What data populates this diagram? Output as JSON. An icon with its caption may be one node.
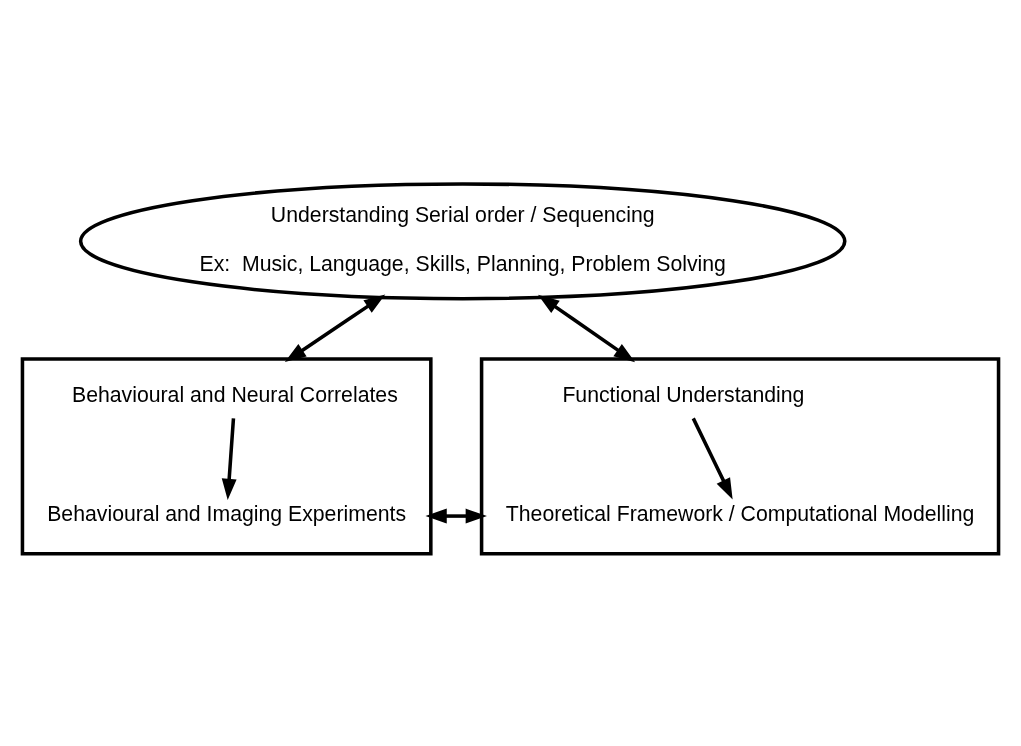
{
  "diagram": {
    "nodes": [
      {
        "text": [
          "Understanding Serial order / Sequencing",
          "Ex:  Music, Language, Skills, Planning, Problem Solving"
        ]
      },
      {
        "text": [],
        "shape": "box"
      },
      {
        "text": [
          "Behavioural and Neural Correlates"
        ],
        "in": 1
      },
      {
        "text": [
          "Behavioural and Imaging Experiments"
        ],
        "in": 1
      },
      {
        "text": [],
        "shape": "box"
      },
      {
        "text": [
          "Functional Understanding"
        ],
        "in": 4
      },
      {
        "text": [
          "Theoretical Framework / Computational Modelling"
        ],
        "in": 4
      }
    ],
    "edges": [
      {
        "from": 0,
        "to": 1,
        "arrow": "both"
      },
      {
        "from": 0,
        "to": 4,
        "arrow": "both"
      },
      {
        "from": 2,
        "to": 3,
        "arrow": "to"
      },
      {
        "from": 5,
        "to": 6,
        "arrow": "to"
      },
      {
        "from": 1,
        "to": 4,
        "arrow": "both"
      }
    ]
  }
}
